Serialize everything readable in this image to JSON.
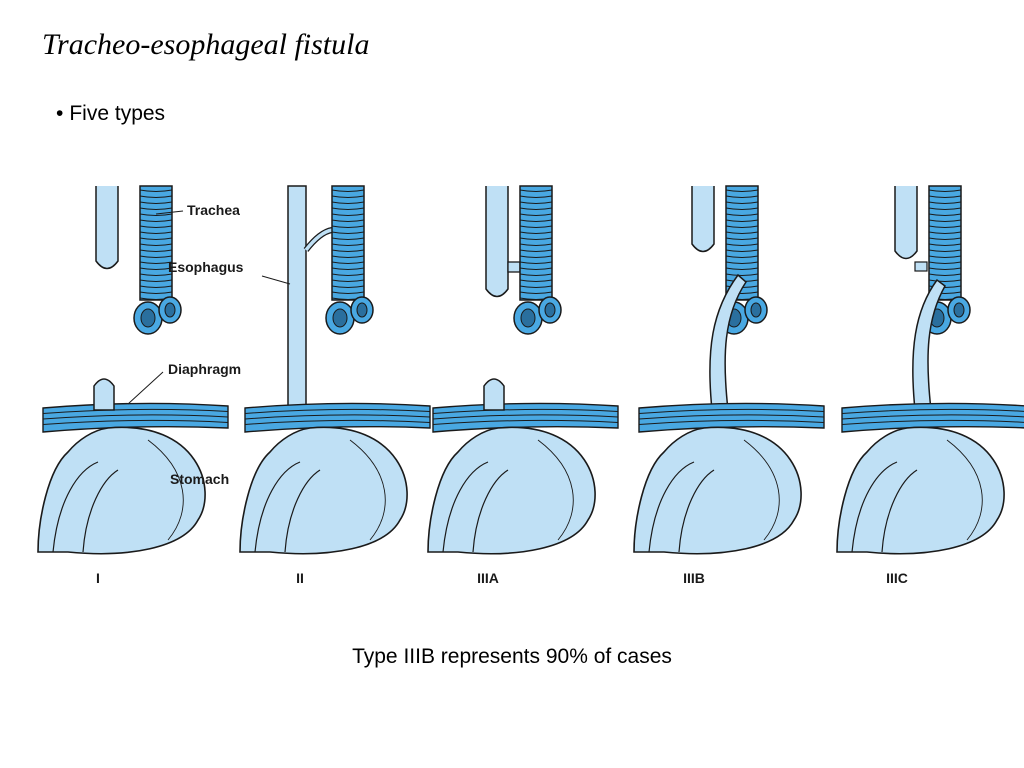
{
  "slide": {
    "title": "Tracheo-esophageal fistula",
    "bullet": "Five types",
    "caption": "Type IIIB represents 90% of cases"
  },
  "diagram": {
    "labels": {
      "trachea": "Trachea",
      "esophagus": "Esophagus",
      "diaphragm": "Diaphragm",
      "stomach": "Stomach"
    },
    "types": [
      {
        "id": "I",
        "label": "I"
      },
      {
        "id": "II",
        "label": "II"
      },
      {
        "id": "IIIA",
        "label": "IIIA"
      },
      {
        "id": "IIIB",
        "label": "IIIB"
      },
      {
        "id": "IIIC",
        "label": "IIIC"
      }
    ],
    "colors": {
      "fill": "#bfe0f5",
      "ring": "#49a8e2",
      "outline": "#1a1a1a"
    }
  }
}
